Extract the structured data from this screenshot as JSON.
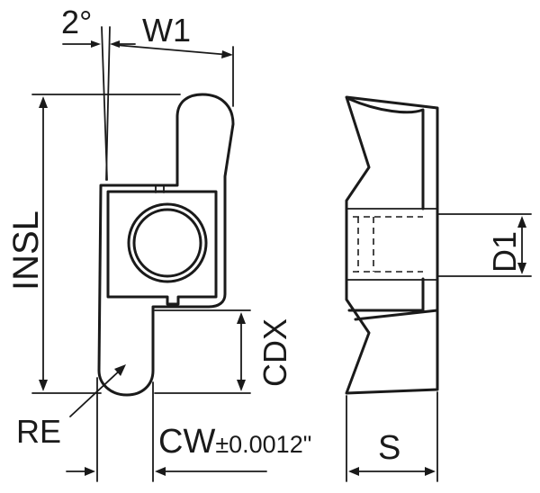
{
  "labels": {
    "angle": "2°",
    "w1": "W1",
    "insl": "INSL",
    "cdx": "CDX",
    "re": "RE",
    "cw": "CW",
    "cw_tolerance": "±0.0012\"",
    "d1": "D1",
    "s": "S"
  },
  "colors": {
    "line": "#1a1a1a",
    "background": "#ffffff"
  }
}
